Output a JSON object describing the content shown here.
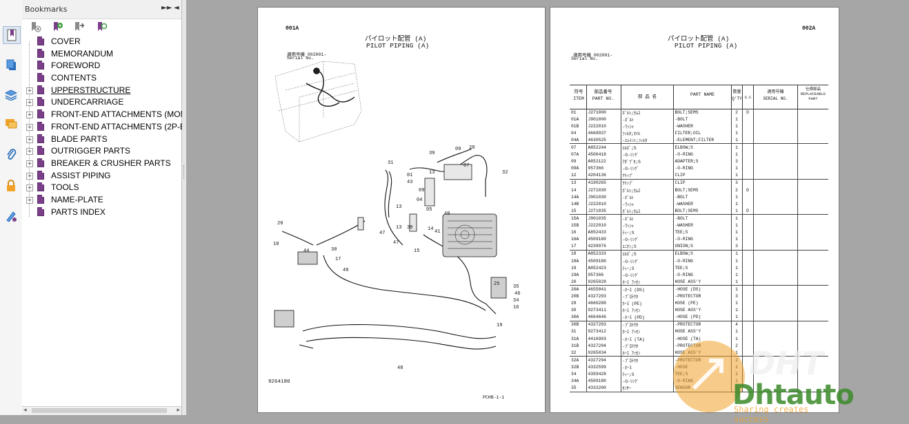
{
  "bookmarks_panel": {
    "title": "Bookmarks",
    "items": [
      {
        "label": "COVER",
        "expandable": false
      },
      {
        "label": "MEMORANDUM",
        "expandable": false
      },
      {
        "label": "FOREWORD",
        "expandable": false
      },
      {
        "label": "CONTENTS",
        "expandable": false
      },
      {
        "label": "UPPERSTRUCTURE",
        "expandable": true
      },
      {
        "label": "UNDERCARRIAGE",
        "expandable": true
      },
      {
        "label": "FRONT-END ATTACHMENTS (MON",
        "expandable": true
      },
      {
        "label": "FRONT-END ATTACHMENTS (2P-B",
        "expandable": true
      },
      {
        "label": "BLADE PARTS",
        "expandable": true
      },
      {
        "label": "OUTRIGGER PARTS",
        "expandable": true
      },
      {
        "label": "BREAKER & CRUSHER PARTS",
        "expandable": true
      },
      {
        "label": "ASSIST PIPING",
        "expandable": true
      },
      {
        "label": "TOOLS",
        "expandable": true
      },
      {
        "label": "NAME-PLATE",
        "expandable": true
      },
      {
        "label": "PARTS INDEX",
        "expandable": false
      }
    ]
  },
  "page1": {
    "code": "001A",
    "title_jp": "パイロット配管 (A)",
    "title_en": "PILOT PIPING (A)",
    "serial_jp": "適用号機  002001-",
    "serial_en": "Serial No.",
    "figure_no": "9264180",
    "page_no": "PCHB-1-1",
    "callouts": [
      "31",
      "01",
      "43",
      "04",
      "09",
      "39",
      "13",
      "09",
      "28",
      "32",
      "07",
      "13",
      "05",
      "40",
      "14",
      "13",
      "20",
      "18",
      "47",
      "47",
      "39",
      "41",
      "15",
      "44",
      "30",
      "17",
      "49",
      "25",
      "35",
      "46",
      "34",
      "16",
      "19",
      "48"
    ]
  },
  "page2": {
    "code": "002A",
    "title_jp": "パイロット配管 (A)",
    "title_en": "PILOT PIPING (A)",
    "serial_jp": "適用号機  002001-",
    "serial_en": "Serial No.",
    "headers": {
      "item_jp": "符号",
      "item_en": "ITEM",
      "partno_jp": "部品番号",
      "partno_en": "PART NO.",
      "name_jp": "部 品 名",
      "name_en": "PART NAME",
      "qty_jp": "数量",
      "qty_en": "Q'TY",
      "sc": "S.C",
      "serial_jp": "適用号機",
      "serial_en": "SERIAL NO.",
      "repl_jp": "仕様部品",
      "repl_en": "REPLACEABLE PART"
    },
    "rows": [
      [
        "01",
        "J271000",
        "ﾎﾞﾙﾄ;ｾﾑｽ",
        "BOLT;SEMS",
        "2",
        "D"
      ],
      [
        "01A",
        "J901000",
        "-ﾎﾞﾙﾄ",
        "-BOLT",
        "1",
        ""
      ],
      [
        "01B",
        "J222010",
        "-ﾜｯｼｬ",
        "-WASHER",
        "1",
        ""
      ],
      [
        "04",
        "4668937",
        "ﾌｨﾙﾀ;ｵｲﾙ",
        "FILTER;OIL",
        "1",
        ""
      ],
      [
        "04A",
        "4630525",
        "-ｴﾚﾒﾝﾄ;ﾌｨﾙﾀ",
        "-ELEMENT;FILTER",
        "1",
        ""
      ],
      [
        "07",
        "A852244",
        "ｴﾙﾎﾞ;S",
        "ELBOW;S",
        "1",
        ""
      ],
      [
        "07A",
        "4506418",
        "-O-ﾘﾝｸﾞ",
        "-O-RING",
        "1",
        ""
      ],
      [
        "09",
        "A852122",
        "ｱﾀﾞﾌﾟﾀ;S",
        "ADAPTER;S",
        "3",
        ""
      ],
      [
        "09A",
        "957366",
        "-O-ﾘﾝｸﾞ",
        "-O-RING",
        "1",
        ""
      ],
      [
        "12",
        "4204136",
        "ｸﾘｯﾌﾟ",
        "CLIP",
        "1",
        ""
      ],
      [
        "13",
        "4190265",
        "ｸﾘｯﾌﾟ",
        "CLIP",
        "3",
        ""
      ],
      [
        "14",
        "J271030",
        "ﾎﾞﾙﾄ;ｾﾑｽ",
        "BOLT;SEMS",
        "2",
        "D"
      ],
      [
        "14A",
        "J901030",
        "-ﾎﾞﾙﾄ",
        "-BOLT",
        "1",
        ""
      ],
      [
        "14B",
        "J222010",
        "-ﾜｯｼｬ",
        "-WASHER",
        "1",
        ""
      ],
      [
        "15",
        "J271035",
        "ﾎﾞﾙﾄ;ｾﾑｽ",
        "BOLT;SEMS",
        "1",
        "D"
      ],
      [
        "15A",
        "J901035",
        "-ﾎﾞﾙﾄ",
        "-BOLT",
        "1",
        ""
      ],
      [
        "15B",
        "J222010",
        "-ﾜｯｼｬ",
        "-WASHER",
        "1",
        ""
      ],
      [
        "16",
        "A852433",
        "ﾃｨｰ;S",
        "TEE;S",
        "1",
        ""
      ],
      [
        "16A",
        "4509180",
        "-O-ﾘﾝｸﾞ",
        "-O-RING",
        "1",
        ""
      ],
      [
        "17",
        "4239976",
        "ﾕﾆｵﾝ;S",
        "UNION;S",
        "3",
        ""
      ],
      [
        "18",
        "A852333",
        "ｴﾙﾎﾞ;S",
        "ELBOW;S",
        "1",
        ""
      ],
      [
        "18A",
        "4509180",
        "-O-ﾘﾝｸﾞ",
        "-O-RING",
        "1",
        ""
      ],
      [
        "19",
        "A852423",
        "ﾃｨｰ;S",
        "TEE;S",
        "1",
        ""
      ],
      [
        "19A",
        "957366",
        "-O-ﾘﾝｸﾞ",
        "-O-RING",
        "1",
        ""
      ],
      [
        "20",
        "9265028",
        "ﾎｰｽ ｱｯｾﾝ",
        "HOSE ASS'Y",
        "1",
        ""
      ],
      [
        "20A",
        "4655841",
        "-ﾎｰｽ (DS)",
        "-HOSE (DS)",
        "1",
        ""
      ],
      [
        "20B",
        "4327293",
        "-ﾌﾟﾛﾃｸﾀ",
        "-PROTECTOR",
        "3",
        ""
      ],
      [
        "28",
        "4660288",
        "ﾎｰｽ (PE)",
        "HOSE (PE)",
        "1",
        ""
      ],
      [
        "30",
        "9273411",
        "ﾎｰｽ ｱｯｾﾝ",
        "HOSE ASS'Y",
        "1",
        ""
      ],
      [
        "30A",
        "4664646",
        "-ﾎｰｽ (PD)",
        "-HOSE (PD)",
        "1",
        ""
      ],
      [
        "30B",
        "4327293",
        "-ﾌﾟﾛﾃｸﾀ",
        "-PROTECTOR",
        "4",
        ""
      ],
      [
        "31",
        "9273412",
        "ﾎｰｽ ｱｯｾﾝ",
        "HOSE ASS'Y",
        "1",
        ""
      ],
      [
        "31A",
        "4416903",
        "-ﾎｰｽ (TA)",
        "-HOSE (TA)",
        "1",
        ""
      ],
      [
        "31B",
        "4327294",
        "-ﾌﾟﾛﾃｸﾀ",
        "-PROTECTOR",
        "2",
        ""
      ],
      [
        "32",
        "9265034",
        "ﾎｰｽ ｱｯｾﾝ",
        "HOSE ASS'Y",
        "1",
        ""
      ],
      [
        "32A",
        "4327294",
        "-ﾌﾟﾛﾃｸﾀ",
        "-PROTECTOR",
        "2",
        ""
      ],
      [
        "32B",
        "4332599",
        "-ﾎｰｽ",
        "-HOSE",
        "1",
        ""
      ],
      [
        "34",
        "4359428",
        "ﾃｨｰ;S",
        "TEE;S",
        "1",
        ""
      ],
      [
        "34A",
        "4509180",
        "-O-ﾘﾝｸﾞ",
        "-O-RING",
        "1",
        ""
      ],
      [
        "35",
        "4333200",
        "ｾﾝｻｰ",
        "SENSOR",
        "1",
        ""
      ]
    ]
  },
  "watermark": {
    "text_top": "DHT",
    "text_main": "Dhtauto",
    "tagline": "Sharing creates success",
    "color": "#f0a22a"
  },
  "colors": {
    "bookmark_icon": "#7b3f8a",
    "accent_blue": "#2a6ebb",
    "background": "#a6a6a6"
  }
}
